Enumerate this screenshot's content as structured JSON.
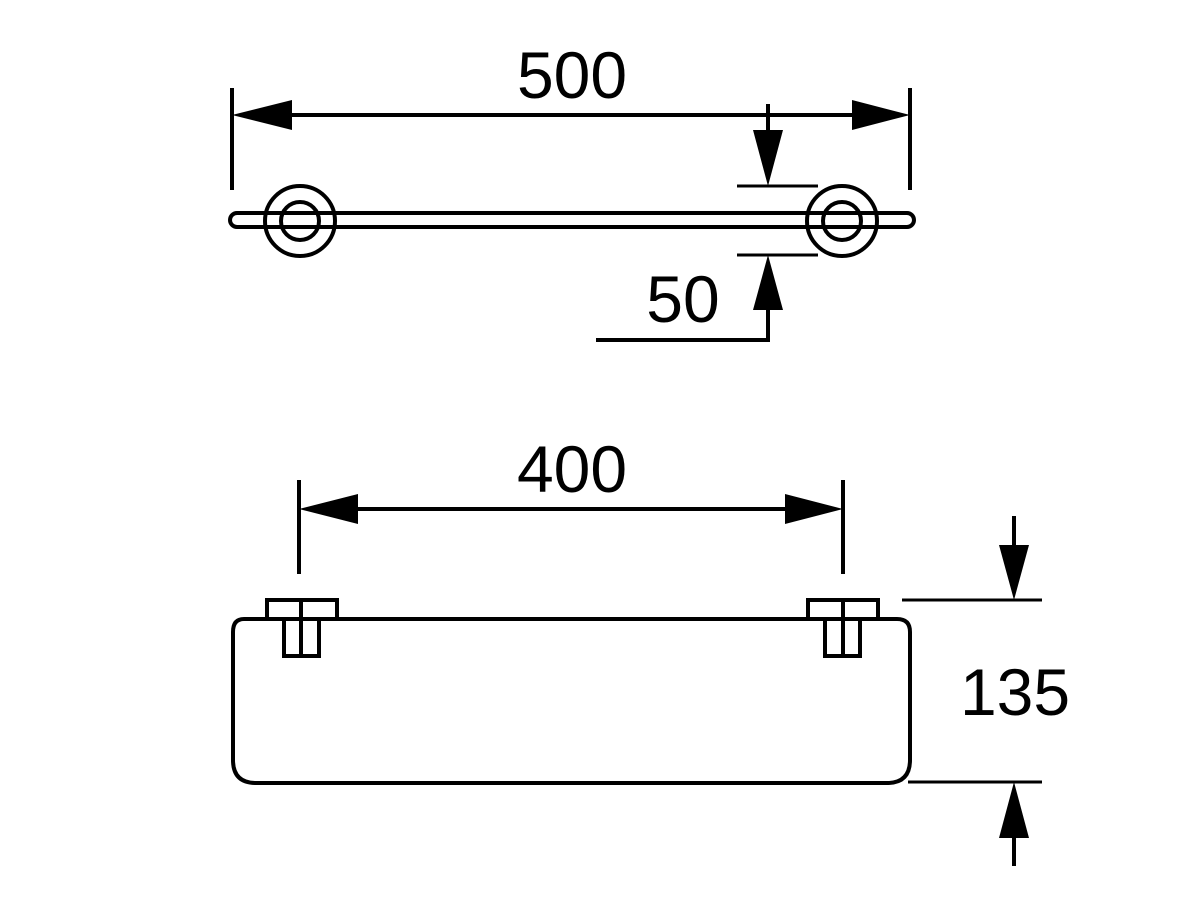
{
  "top_view": {
    "width_label": "500",
    "depth_label": "50"
  },
  "front_view": {
    "bracket_spacing_label": "400",
    "height_label": "135"
  },
  "colors": {
    "ink": "#000000",
    "paper": "#ffffff"
  }
}
